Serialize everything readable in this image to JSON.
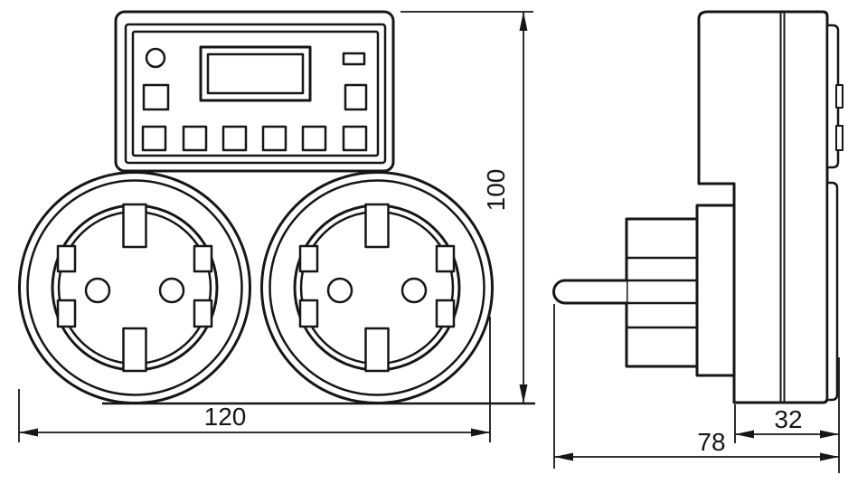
{
  "drawing": {
    "background_color": "#ffffff",
    "line_color": "#161616",
    "dimensions": {
      "front_width": "120",
      "front_height": "100",
      "total_depth": "78",
      "body_depth": "32"
    }
  }
}
